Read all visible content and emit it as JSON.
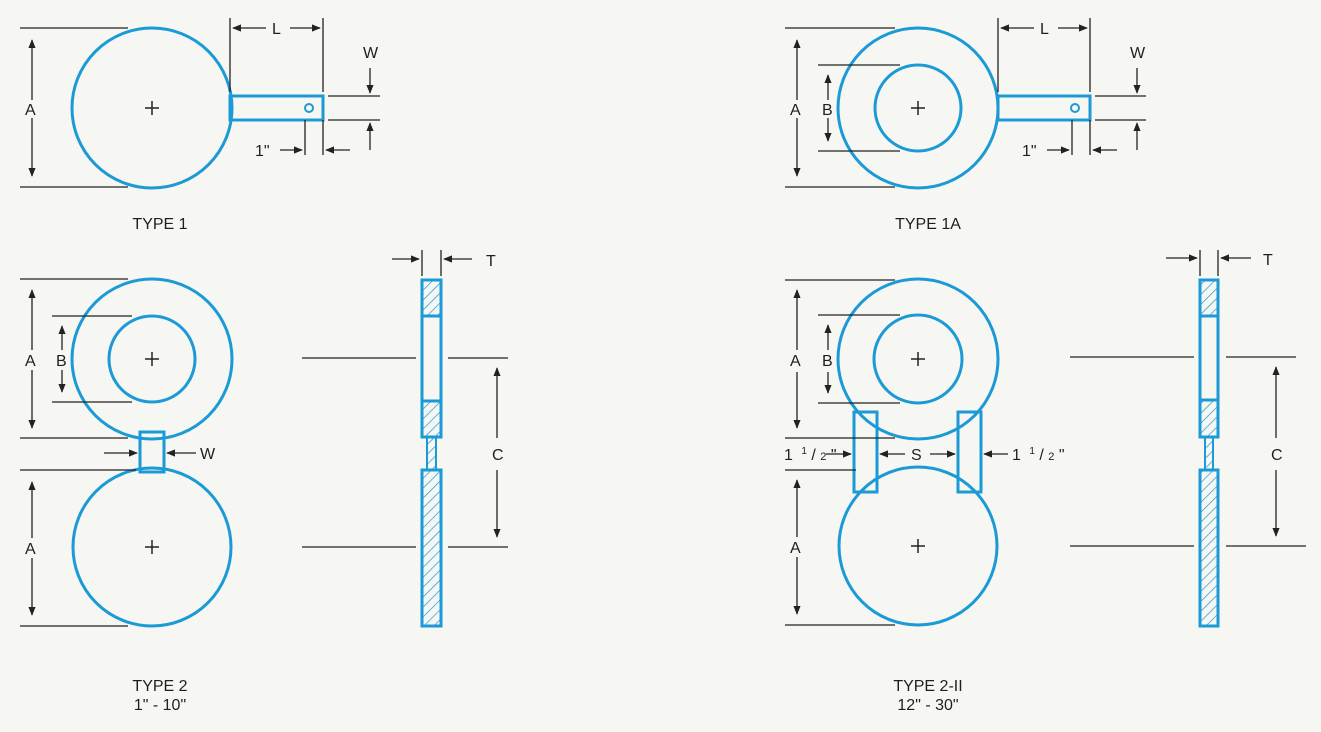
{
  "colors": {
    "line_blue": "#1b9ad6",
    "dim_black": "#222222",
    "background": "#f6f6f3"
  },
  "dims": {
    "A": "A",
    "B": "B",
    "C": "C",
    "L": "L",
    "W": "W",
    "T": "T",
    "S": "S",
    "one_inch": "1\"",
    "one_half_whole": "1",
    "one_half_num": "1",
    "one_half_den": "2",
    "one_half_suffix": "\""
  },
  "captions": {
    "type1": "TYPE 1",
    "type1a": "TYPE 1A",
    "type2": "TYPE 2",
    "type2_range": "1\" - 10\"",
    "type2ii": "TYPE 2-II",
    "type2ii_range": "12\" - 30\""
  }
}
